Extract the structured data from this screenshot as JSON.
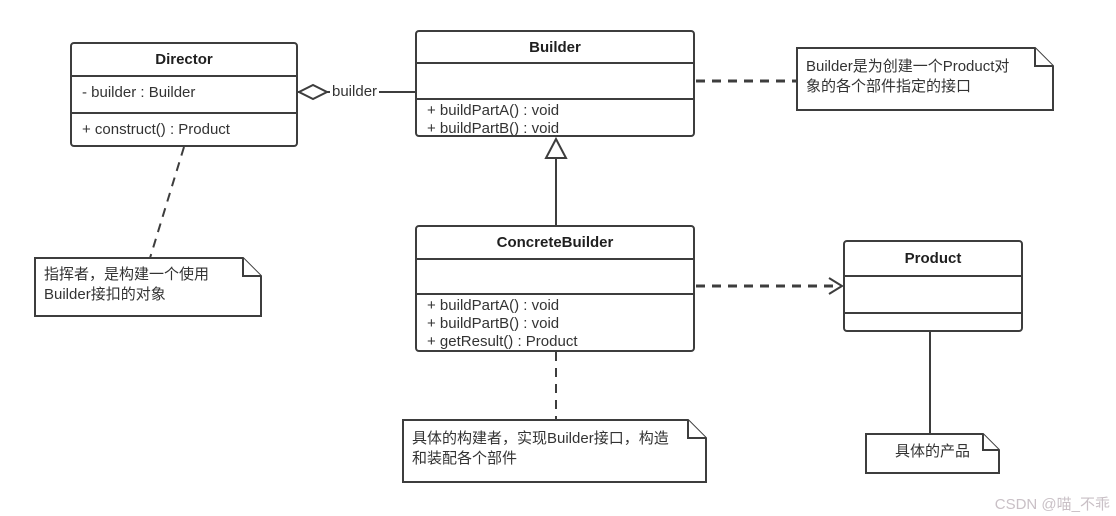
{
  "colors": {
    "line": "#3d3d3d",
    "box_border": "#3d3d3d",
    "box_fill": "#ffffff",
    "text": "#333333",
    "watermark": "#c9c0c6"
  },
  "classes": {
    "director": {
      "title": "Director",
      "attributes": [
        "- builder : Builder"
      ],
      "methods": [
        "+ construct() : Product"
      ]
    },
    "builder": {
      "title": "Builder",
      "attributes": [],
      "methods": [
        "+ buildPartA() : void",
        "+ buildPartB() : void"
      ]
    },
    "concrete_builder": {
      "title": "ConcreteBuilder",
      "attributes": [],
      "methods": [
        "+ buildPartA() : void",
        "+ buildPartB() : void",
        "+ getResult() : Product"
      ]
    },
    "product": {
      "title": "Product",
      "attributes": [],
      "methods": []
    }
  },
  "edges": {
    "aggregation": {
      "label": "builder",
      "type": "aggregation",
      "from": "Director",
      "to": "Builder"
    },
    "generalization": {
      "type": "generalization",
      "from": "ConcreteBuilder",
      "to": "Builder"
    },
    "dependency": {
      "type": "dashed-dependency",
      "from": "ConcreteBuilder",
      "to": "Product"
    }
  },
  "notes": {
    "builder_note": {
      "lines": [
        "Builder是为创建一个Product对",
        "象的各个部件指定的接口"
      ]
    },
    "director_note": {
      "lines": [
        "指挥者，是构建一个使用",
        "Builder接扣的对象"
      ]
    },
    "concrete_builder_note": {
      "lines": [
        "具体的构建者，实现Builder接口，构造",
        "和装配各个部件"
      ]
    },
    "product_note": {
      "lines": [
        "具体的产品"
      ]
    }
  },
  "watermark": "CSDN @喵_不乖"
}
